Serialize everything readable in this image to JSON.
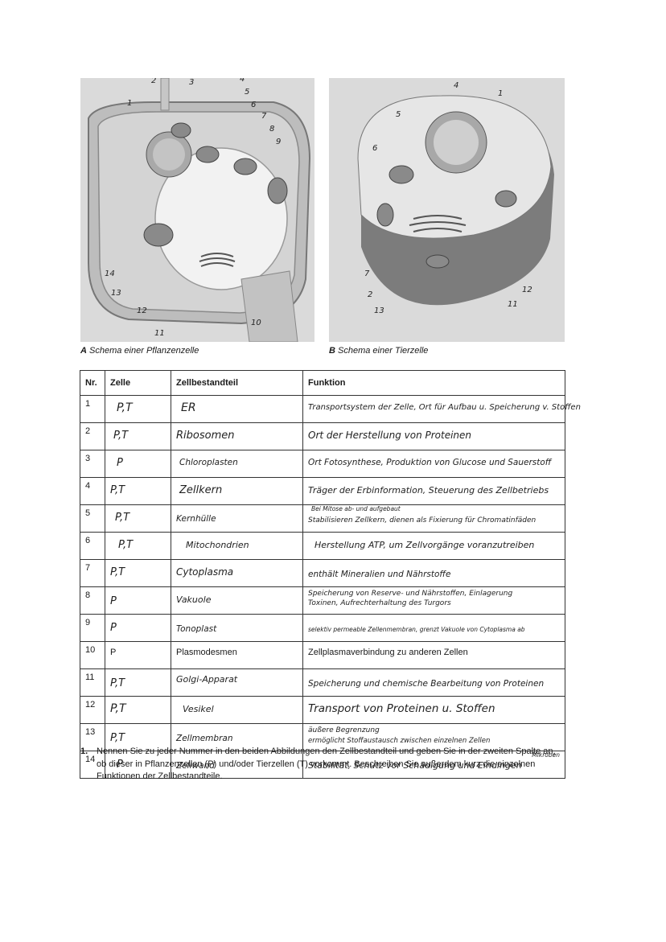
{
  "figures": {
    "a": {
      "caption_letter": "A",
      "caption_text": "Schema einer Pflanzenzelle",
      "numbers": [
        "1",
        "2",
        "3",
        "4",
        "5",
        "6",
        "7",
        "8",
        "9",
        "10",
        "11",
        "12",
        "13",
        "14"
      ]
    },
    "b": {
      "caption_letter": "B",
      "caption_text": "Schema einer Tierzelle",
      "numbers": [
        "4",
        "1",
        "5",
        "6",
        "7",
        "2",
        "13",
        "11",
        "12"
      ]
    }
  },
  "table": {
    "headers": [
      "Nr.",
      "Zelle",
      "Zellbestandteil",
      "Funktion"
    ],
    "rows": [
      {
        "nr": "1",
        "zelle": "P,T",
        "bestandteil": "ER",
        "funktion": "Transportsystem der Zelle, Ort für Aufbau u. Speicherung v. Stoffen"
      },
      {
        "nr": "2",
        "zelle": "P,T",
        "bestandteil": "Ribosomen",
        "funktion": "Ort der Herstellung von Proteinen"
      },
      {
        "nr": "3",
        "zelle": "P",
        "bestandteil": "Chloroplasten",
        "funktion": "Ort Fotosynthese, Produktion von Glucose und Sauerstoff"
      },
      {
        "nr": "4",
        "zelle": "P,T",
        "bestandteil": "Zellkern",
        "funktion": "Träger der Erbinformation, Steuerung des Zellbetriebs"
      },
      {
        "nr": "5",
        "zelle": "P,T",
        "bestandteil": "Kernhülle",
        "funktion_note": "Bei Mitose ab- und aufgebaut",
        "funktion": "Stabilisieren Zellkern, dienen als Fixierung für Chromatinfäden"
      },
      {
        "nr": "6",
        "zelle": "P,T",
        "bestandteil": "Mitochondrien",
        "funktion": "Herstellung ATP, um Zellvorgänge voranzutreiben"
      },
      {
        "nr": "7",
        "zelle": "P,T",
        "bestandteil": "Cytoplasma",
        "funktion": "enthält Mineralien und Nährstoffe"
      },
      {
        "nr": "8",
        "zelle": "P",
        "bestandteil": "Vakuole",
        "funktion": "Speicherung von Reserve- und Nährstoffen, Einlagerung",
        "funktion2": "Toxinen, Aufrechterhaltung des Turgors"
      },
      {
        "nr": "9",
        "zelle": "P",
        "bestandteil": "Tonoplast",
        "funktion": "selektiv permeable Zellenmembran, grenzt Vakuole von Cytoplasma ab"
      },
      {
        "nr": "10",
        "zelle": "P",
        "bestandteil": "Plasmodesmen",
        "funktion": "Zellplasmaverbindung zu anderen Zellen",
        "printed": true
      },
      {
        "nr": "11",
        "zelle": "P,T",
        "bestandteil": "Golgi-Apparat",
        "funktion": "Speicherung und chemische Bearbeitung von Proteinen"
      },
      {
        "nr": "12",
        "zelle": "P,T",
        "bestandteil": "Vesikel",
        "funktion": "Transport von Proteinen u. Stoffen"
      },
      {
        "nr": "13",
        "zelle": "P,T",
        "bestandteil": "Zellmembran",
        "funktion": "äußere Begrenzung",
        "funktion2": "ermöglicht Stoffaustausch zwischen einzelnen Zellen"
      },
      {
        "nr": "14",
        "zelle": "P",
        "bestandteil": "Zellwand",
        "funktion_note": "Mikroben",
        "funktion": "Stabilität, Schutz vor Schädigung und Eindingen"
      }
    ]
  },
  "task": {
    "number": "1.",
    "text": "Nennen Sie zu jeder Nummer in den beiden Abbildungen den Zellbestandteil und geben Sie in der zweiten Spalte an, ob dieser in Pflanzenzellen (P) und/oder Tierzellen (T) vorkommt. Beschreiben Sie außerdem kurz die einzelnen Funktionen der Zellbestandteile."
  }
}
